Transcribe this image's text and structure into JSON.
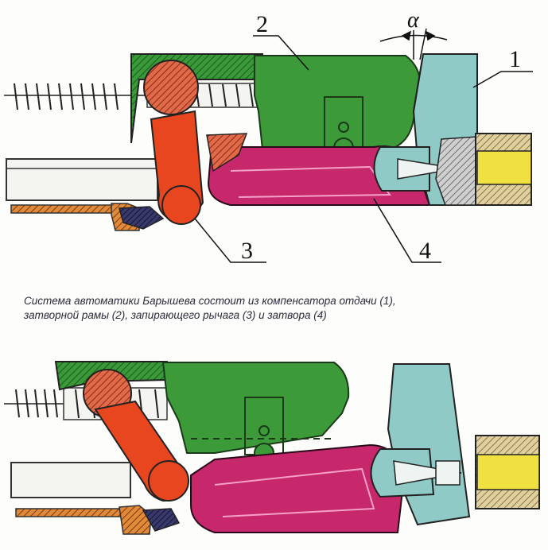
{
  "labels": {
    "compensator": "1",
    "bolt_carrier": "2",
    "locking_lever": "3",
    "bolt": "4",
    "angle": "α"
  },
  "caption": {
    "line1": "Система автоматики Барышева состоит из компенсатора отдачи (1),",
    "line2": "затворной рамы (2), запирающего рычага (3) и затвора (4)"
  },
  "colors": {
    "compensator": "#8cc8c4",
    "bolt_carrier": "#3a9a3a",
    "locking_lever": "#e8461e",
    "bolt": "#c8286e",
    "cartridge": "#f0e040",
    "receiver_hatch": "#a0522d"
  }
}
